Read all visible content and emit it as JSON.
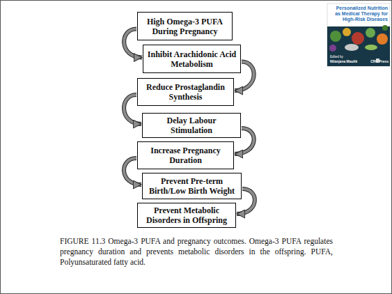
{
  "diagram": {
    "caption": "FIGURE 11.3 Omega-3 PUFA and pregnancy outcomes. Omega-3 PUFA regulates pregnancy duration and prevents metabolic disorders in the offspring. PUFA, Polyunsaturated fatty acid.",
    "nodes": [
      {
        "text": [
          "High Omega-3 PUFA During Pregnancy"
        ]
      },
      {
        "text": [
          "Inhibit Arachidonic Acid Metabolism"
        ]
      },
      {
        "text": [
          "Reduce Prostaglandin Synthesis"
        ]
      },
      {
        "text": [
          "Delay Labour Stimulation"
        ]
      },
      {
        "text": [
          "Increase Pregnancy Duration"
        ]
      },
      {
        "text": [
          "Prevent Pre-term Birth/Low Birth Weight"
        ]
      },
      {
        "text": [
          "Prevent Metabolic Disorders in Offspring"
        ]
      }
    ],
    "edges": [
      {
        "from": 0,
        "to": 1,
        "arrow": "to"
      },
      {
        "from": 1,
        "to": 2,
        "arrow": "to"
      },
      {
        "from": 2,
        "to": 3,
        "arrow": "to"
      },
      {
        "from": 3,
        "to": 4,
        "arrow": "to"
      },
      {
        "from": 4,
        "to": 5,
        "arrow": "to"
      },
      {
        "from": 5,
        "to": 6,
        "arrow": "to"
      }
    ],
    "labels": [
      "Personalized Nutrition as Medical Therapy for High-Risk Diseases",
      "Edited by",
      "Nilanjana Maulik",
      "CRC Press"
    ]
  }
}
